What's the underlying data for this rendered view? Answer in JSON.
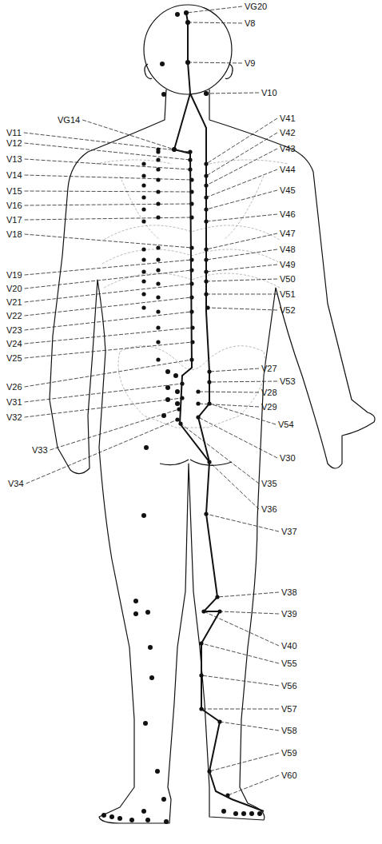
{
  "diagram": {
    "labels": [
      "VG20",
      "V8",
      "V9",
      "V10",
      "VG14",
      "V11",
      "V12",
      "V13",
      "V14",
      "V15",
      "V16",
      "V17",
      "V18",
      "V19",
      "V20",
      "V21",
      "V22",
      "V23",
      "V24",
      "V25",
      "V26",
      "V31",
      "V32",
      "V33",
      "V34",
      "V41",
      "V42",
      "V43",
      "V44",
      "V45",
      "V46",
      "V47",
      "V48",
      "V49",
      "V50",
      "V51",
      "V52",
      "V27",
      "V53",
      "V28",
      "V29",
      "V54",
      "V30",
      "V35",
      "V36",
      "V37",
      "V38",
      "V39",
      "V40",
      "V55",
      "V56",
      "V57",
      "V58",
      "V59",
      "V60"
    ]
  }
}
